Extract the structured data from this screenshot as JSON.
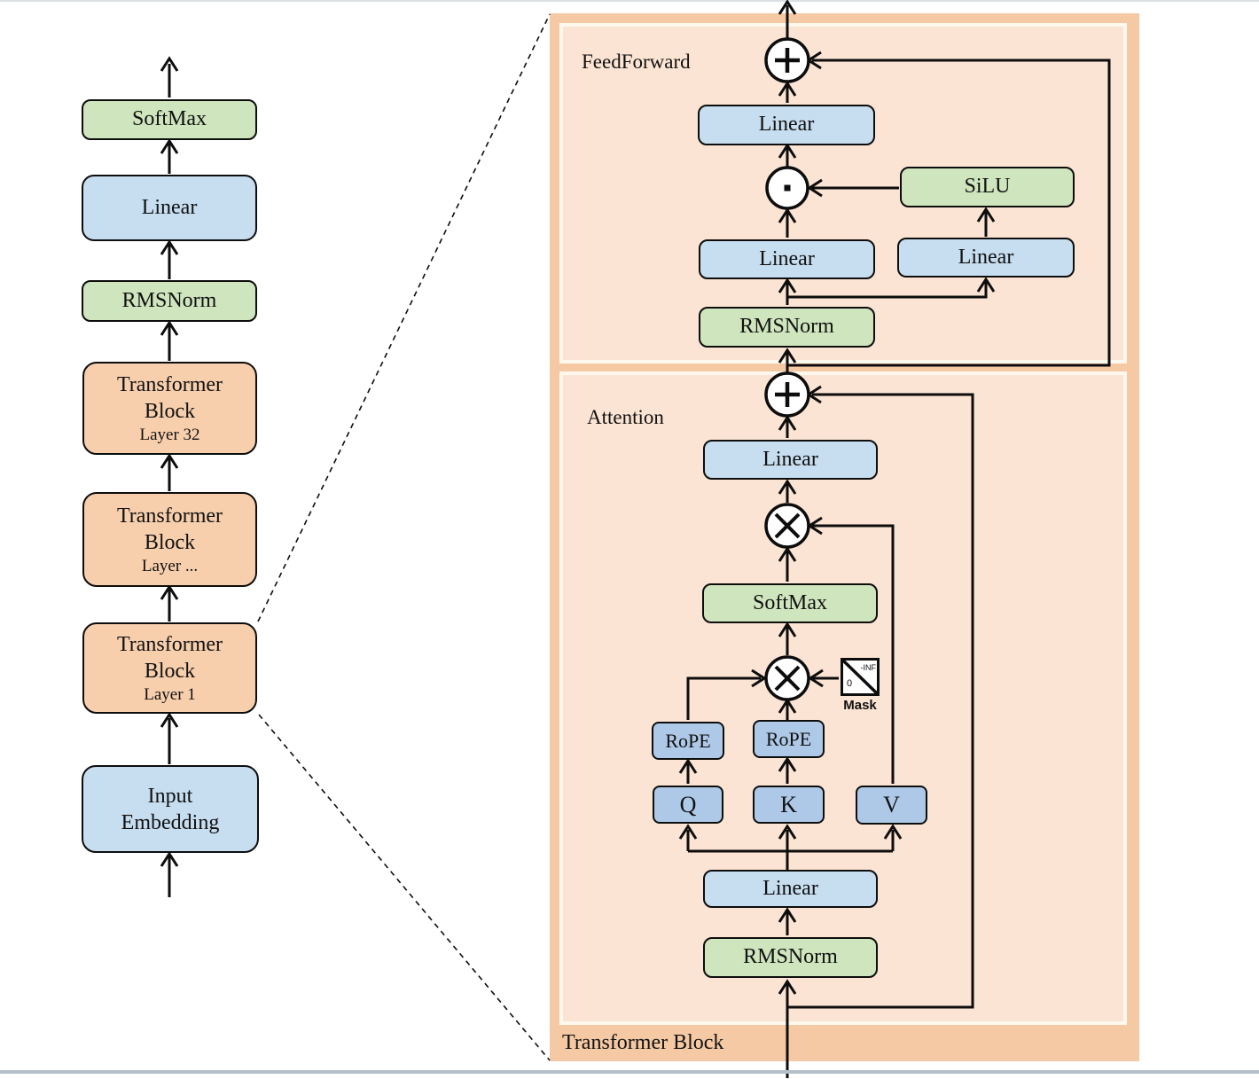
{
  "colors": {
    "green": "#cfe5bd",
    "blue_light": "#c7ddf0",
    "blue_mid": "#aec9e8",
    "orange_box": "#f8cfad",
    "panel_outer": "#f5c9a3",
    "panel_inner": "#fbe4d3",
    "panel_border": "#fdf8ee"
  },
  "left_column": {
    "softmax": "SoftMax",
    "linear": "Linear",
    "rmsnorm": "RMSNorm",
    "blocks": [
      {
        "label": "Transformer Block",
        "layer": "Layer 32"
      },
      {
        "label": "Transformer Block",
        "layer": "Layer ..."
      },
      {
        "label": "Transformer Block",
        "layer": "Layer 1"
      }
    ],
    "input_embedding": "Input Embedding"
  },
  "panel": {
    "title": "Transformer Block",
    "feedforward": {
      "label": "FeedForward",
      "linear_out": "Linear",
      "silu": "SiLU",
      "linear_gate": "Linear",
      "linear_up": "Linear",
      "rmsnorm": "RMSNorm"
    },
    "attention": {
      "label": "Attention",
      "linear_out": "Linear",
      "softmax": "SoftMax",
      "mask_neg_inf": "-INF",
      "mask_zero": "0",
      "mask_label": "Mask",
      "rope_q": "RoPE",
      "rope_k": "RoPE",
      "q": "Q",
      "k": "K",
      "v": "V",
      "linear_in": "Linear",
      "rmsnorm": "RMSNorm"
    }
  }
}
